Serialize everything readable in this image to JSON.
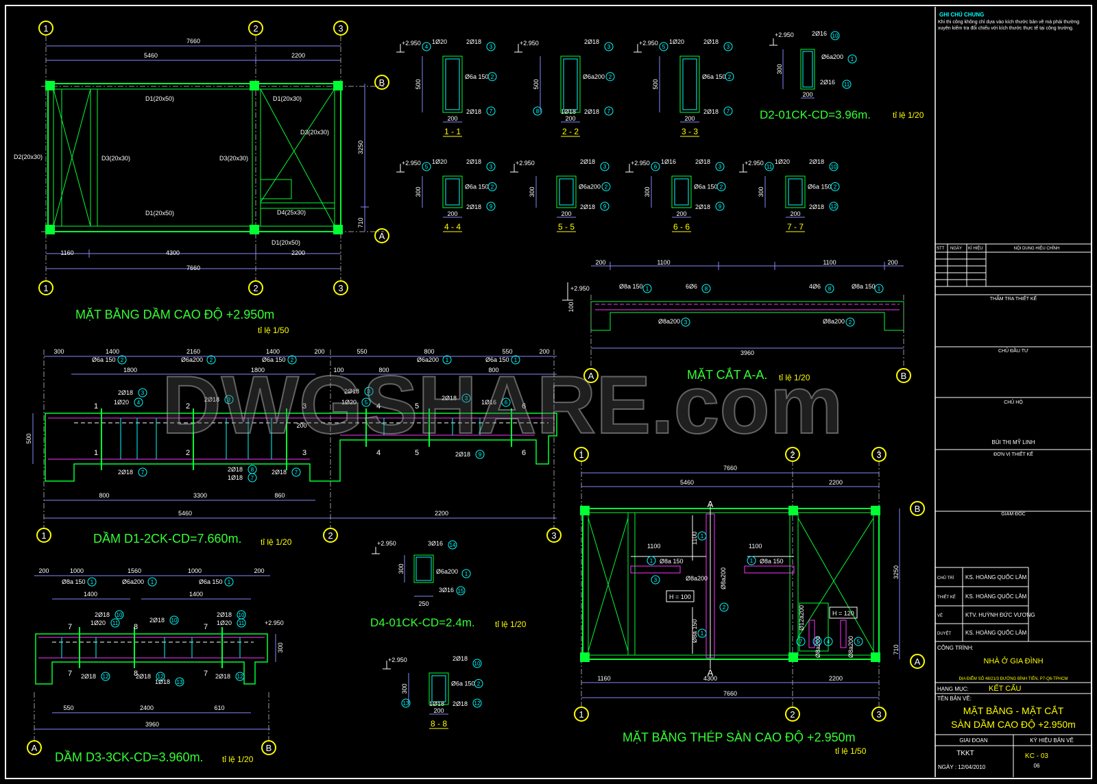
{
  "watermark": "DWGSHARE.com",
  "grid": {
    "g1": "1",
    "g2": "2",
    "g3": "3",
    "gA": "A",
    "gB": "B"
  },
  "plan": {
    "dims_top": [
      "7660",
      "5460",
      "2200"
    ],
    "dims_bottom": [
      "1160",
      "4300",
      "2200",
      "7660"
    ],
    "dims_side": [
      "3250",
      "710"
    ],
    "beams": [
      "D1(20x50)",
      "D1(20x30)",
      "D3(20x30)",
      "D2(20x30)",
      "D3(20x30)",
      "D3(20x30)",
      "D1(20x50)",
      "D4(25x30)",
      "D1(20x50)"
    ],
    "title": "MẶT BẰNG DẦM CAO ĐỘ +2.950m",
    "scale": "tỉ lệ 1/50"
  },
  "sections": [
    {
      "name": "1 - 1",
      "top": "1Ø20",
      "top2": "2Ø18",
      "stir": "Ø6a 150",
      "bot": "2Ø18",
      "h": "500",
      "w": "200",
      "m1": "4",
      "m2": "3",
      "m3": "2",
      "m4": "7"
    },
    {
      "name": "2 - 2",
      "top": "",
      "top2": "2Ø18",
      "stir": "Ø6a200",
      "bot": "2Ø18",
      "bot2": "1Ø18",
      "h": "500",
      "w": "200",
      "m1": "",
      "m2": "3",
      "m3": "2",
      "m4": "7",
      "m5": "8"
    },
    {
      "name": "3 - 3",
      "top": "1Ø20",
      "top2": "2Ø18",
      "stir": "Ø6a 150",
      "bot": "2Ø18",
      "h": "500",
      "w": "200",
      "m1": "5",
      "m2": "3",
      "m3": "2",
      "m4": "7"
    },
    {
      "name": "4 - 4",
      "top": "1Ø20",
      "top2": "2Ø18",
      "stir": "Ø6a 150",
      "bot": "2Ø18",
      "h": "300",
      "w": "200",
      "m1": "5",
      "m2": "3",
      "m3": "2",
      "m4": "9"
    },
    {
      "name": "5 - 5",
      "top": "",
      "top2": "2Ø18",
      "stir": "Ø6a200",
      "bot": "2Ø18",
      "h": "300",
      "w": "200",
      "m1": "",
      "m2": "3",
      "m3": "2",
      "m4": "9"
    },
    {
      "name": "6 - 6",
      "top": "1Ø16",
      "top2": "2Ø18",
      "stir": "Ø6a 150",
      "bot": "2Ø18",
      "h": "300",
      "w": "200",
      "m1": "6",
      "m2": "3",
      "m3": "2",
      "m4": "9"
    },
    {
      "name": "7 - 7",
      "top": "1Ø20",
      "top2": "2Ø18",
      "stir": "Ø6a 150",
      "bot": "2Ø18",
      "h": "300",
      "w": "200",
      "m1": "11",
      "m2": "10",
      "m3": "2",
      "m4": "12"
    },
    {
      "name": "8 - 8",
      "top": "",
      "top2": "2Ø18",
      "stir": "Ø6a 150",
      "bot": "2Ø18",
      "bot2": "1Ø18",
      "h": "300",
      "w": "200",
      "m1": "",
      "m2": "10",
      "m3": "2",
      "m4": "12",
      "m5": "13"
    }
  ],
  "elev": "+2.950",
  "d2": {
    "title": "D2-01CK-CD=3.96m.",
    "scale": "tỉ lệ 1/20",
    "top": "2Ø16",
    "stir": "Ø6a200",
    "bot": "2Ø16",
    "h": "300",
    "w": "200",
    "m1": "10",
    "m2": "1",
    "m3": "11"
  },
  "d4": {
    "title": "D4-01CK-CD=2.4m.",
    "scale": "tỉ lệ 1/20",
    "top": "3Ø16",
    "stir": "Ø6a200",
    "bot": "3Ø16",
    "h": "300",
    "w": "250",
    "m1": "14",
    "m2": "1",
    "m3": "15"
  },
  "sectionAA": {
    "title": "MẶT CẮT A-A.",
    "scale": "tỉ lệ 1/20",
    "dims": [
      "200",
      "1100",
      "1100",
      "200",
      "3960"
    ],
    "labels": [
      "Ø8a 150",
      "6Ø6",
      "4Ø6",
      "Ø8a 150",
      "Ø8a200",
      "Ø8a200"
    ],
    "marks": [
      "1",
      "8",
      "8",
      "1",
      "3",
      "2"
    ],
    "h": "100"
  },
  "d1": {
    "title": "DẦM D1-2CK-CD=7.660m.",
    "scale": "tỉ lệ 1/20",
    "dims_top": [
      "300",
      "1400",
      "2160",
      "1400",
      "200",
      "550",
      "800",
      "550",
      "200"
    ],
    "stirrups": [
      "Ø6a 150",
      "Ø6a200",
      "Ø6a 150",
      "Ø6a200",
      "Ø6a 150"
    ],
    "stirrup_marks": [
      "2",
      "2",
      "2",
      "1",
      "1"
    ],
    "dims_mid": [
      "1800",
      "1800",
      "800",
      "800",
      "100"
    ],
    "bars": [
      "2Ø18",
      "1Ø20",
      "2Ø18",
      "2Ø18",
      "1Ø20",
      "2Ø18",
      "1Ø16",
      "2Ø18",
      "2Ø18",
      "1Ø18",
      "2Ø18",
      "2Ø18"
    ],
    "bar_marks": [
      "3",
      "4",
      "3",
      "3",
      "5",
      "3",
      "6",
      "9",
      "7",
      "7",
      "8",
      "7"
    ],
    "cuts": [
      "1",
      "2",
      "3",
      "4",
      "5",
      "6"
    ],
    "dims_bot": [
      "800",
      "3300",
      "860",
      "5460",
      "2200"
    ],
    "h": "500",
    "h2": "200"
  },
  "d3": {
    "title": "DẦM D3-3CK-CD=3.960m.",
    "scale": "tỉ lệ 1/20",
    "dims_top": [
      "200",
      "1000",
      "1560",
      "1000",
      "200",
      "1400",
      "1400"
    ],
    "stirrups": [
      "Ø8a 150",
      "Ø6a200",
      "Ø6a 150"
    ],
    "stirrup_marks": [
      "1",
      "1",
      "1"
    ],
    "bars": [
      "2Ø18",
      "1Ø20",
      "2Ø18",
      "2Ø18",
      "1Ø20",
      "2Ø18",
      "2Ø18",
      "1Ø18",
      "2Ø18"
    ],
    "bar_marks": [
      "10",
      "11",
      "10",
      "10",
      "11",
      "12",
      "12",
      "13",
      "12"
    ],
    "cuts": [
      "7",
      "8",
      "7"
    ],
    "dims_bot": [
      "550",
      "2400",
      "610",
      "3960"
    ],
    "h": "300"
  },
  "slab": {
    "title": "MẶT BẰNG THÉP SÀN CAO ĐỘ +2.950m",
    "scale": "tỉ lệ 1/50",
    "dims_top": [
      "7660",
      "5460",
      "2200"
    ],
    "dims_bottom": [
      "1160",
      "4300",
      "2200",
      "7660"
    ],
    "dims_side": [
      "3250",
      "710"
    ],
    "labels": [
      "1100",
      "1100",
      "Ø8a 150",
      "Ø8a 150",
      "Ø8a200",
      "Ø8a200",
      "H = 100",
      "1100",
      "Ø8a 150",
      "H = 120",
      "Ø12a200",
      "Ø8a200",
      "Ø8a200"
    ],
    "marks": [
      "1",
      "1",
      "1",
      "3",
      "2",
      "1",
      "7",
      "6",
      "4",
      "5"
    ],
    "cutA": "A"
  },
  "titleblock": {
    "notes_title": "GHI CHÚ CHUNG",
    "notes": "Khi thi công không chỉ dựa vào kích thước bản vẽ mà phải thường xuyên kiểm tra đối chiếu với kích thước thực tế tại công trường.",
    "rev_headers": [
      "STT",
      "NGÀY",
      "KÍ HIỆU",
      "NỘI DUNG HIỆU CHỈNH"
    ],
    "tham_tra": "THẨM TRA THIẾT KẾ",
    "chu_dau_tu": "CHỦ ĐẦU TƯ",
    "chu_ho": "CHỦ HỘ",
    "owner": "BÙI THỊ MỸ LINH",
    "don_vi": "ĐƠN VỊ THIẾT KẾ",
    "giam_doc": "GIÁM ĐỐC",
    "roles": [
      {
        "role": "CHỦ TRÌ",
        "name": "KS. HOÀNG QUỐC LÂM"
      },
      {
        "role": "THIẾT KẾ",
        "name": "KS. HOÀNG QUỐC LÂM"
      },
      {
        "role": "VẼ",
        "name": "KTV. HUỲNH ĐỨC VƯƠNG"
      },
      {
        "role": "DUYỆT",
        "name": "KS. HOÀNG QUỐC LÂM"
      }
    ],
    "cong_trinh_label": "CÔNG TRÌNH:",
    "cong_trinh": "NHÀ Ở GIA ĐÌNH",
    "dia_diem": "ĐỊA ĐIỂM SỐ 48/21/3 ĐƯỜNG BÌNH TIÊN, P7-Q6-TPHCM",
    "hang_muc_label": "HẠNG MỤC:",
    "hang_muc": "KẾT CẤU",
    "ten_ban_ve_label": "TÊN BẢN VẼ:",
    "ten_ban_ve_1": "MẶT BẰNG - MẶT CẮT",
    "ten_ban_ve_2": "SÀN DẦM CAO ĐỘ +2.950m",
    "giai_doan_label": "GIAI ĐOẠN",
    "ky_hieu_label": "KÝ HIỆU BẢN VẼ",
    "giai_doan": "TKKT",
    "ky_hieu": "KC - 03",
    "so": "06",
    "ngay": "NGÀY : 12/04/2010"
  }
}
